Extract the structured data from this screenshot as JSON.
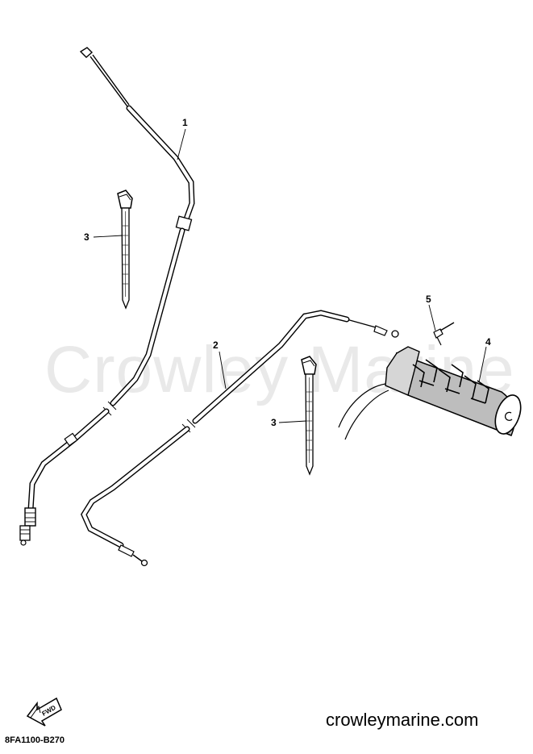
{
  "watermark": "Crowley Marine",
  "callouts": [
    "1",
    "2",
    "3",
    "3",
    "4",
    "5"
  ],
  "fwd_label": "FWD",
  "diagram_code": "8FA1100-B270",
  "site": "crowleymarine.com"
}
